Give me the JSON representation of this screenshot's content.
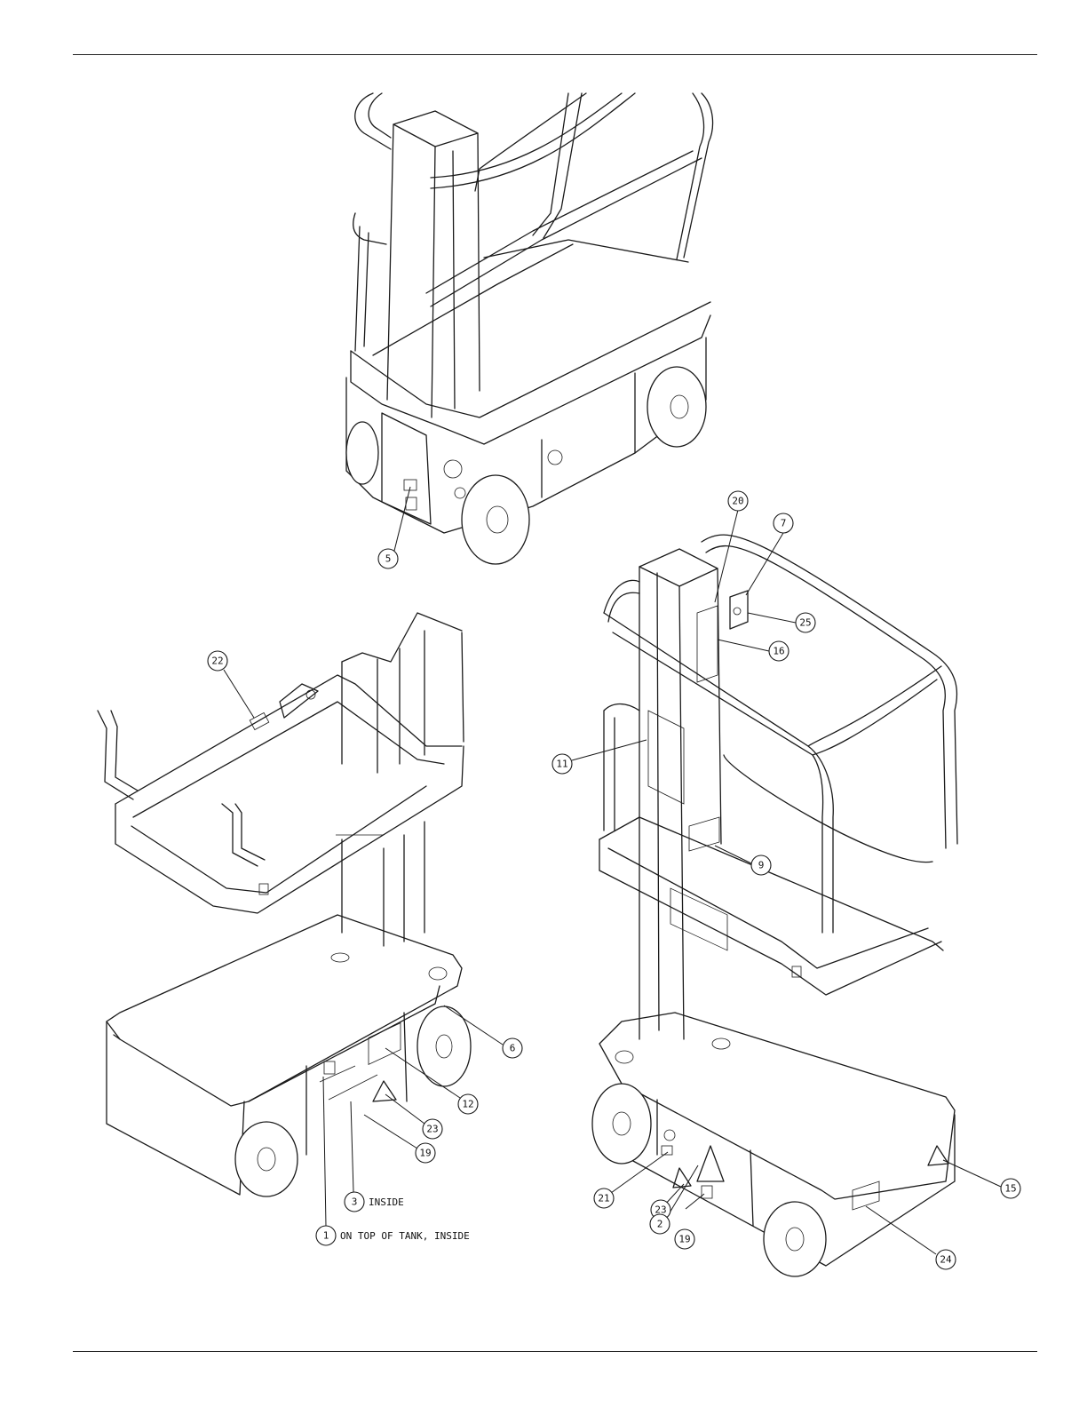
{
  "callouts": [
    {
      "id": "c5",
      "label": "5"
    },
    {
      "id": "c22",
      "label": "22"
    },
    {
      "id": "c6",
      "label": "6"
    },
    {
      "id": "c12",
      "label": "12"
    },
    {
      "id": "c23a",
      "label": "23"
    },
    {
      "id": "c19a",
      "label": "19"
    },
    {
      "id": "c3",
      "label": "3"
    },
    {
      "id": "c1",
      "label": "1"
    },
    {
      "id": "c20",
      "label": "20"
    },
    {
      "id": "c7",
      "label": "7"
    },
    {
      "id": "c25",
      "label": "25"
    },
    {
      "id": "c16",
      "label": "16"
    },
    {
      "id": "c11",
      "label": "11"
    },
    {
      "id": "c9",
      "label": "9"
    },
    {
      "id": "c15",
      "label": "15"
    },
    {
      "id": "c21",
      "label": "21"
    },
    {
      "id": "c23b",
      "label": "23"
    },
    {
      "id": "c2",
      "label": "2"
    },
    {
      "id": "c19b",
      "label": "19"
    },
    {
      "id": "c24",
      "label": "24"
    }
  ],
  "notes": {
    "inside": "INSIDE",
    "on_top_of_tank": "ON TOP OF TANK, INSIDE"
  }
}
